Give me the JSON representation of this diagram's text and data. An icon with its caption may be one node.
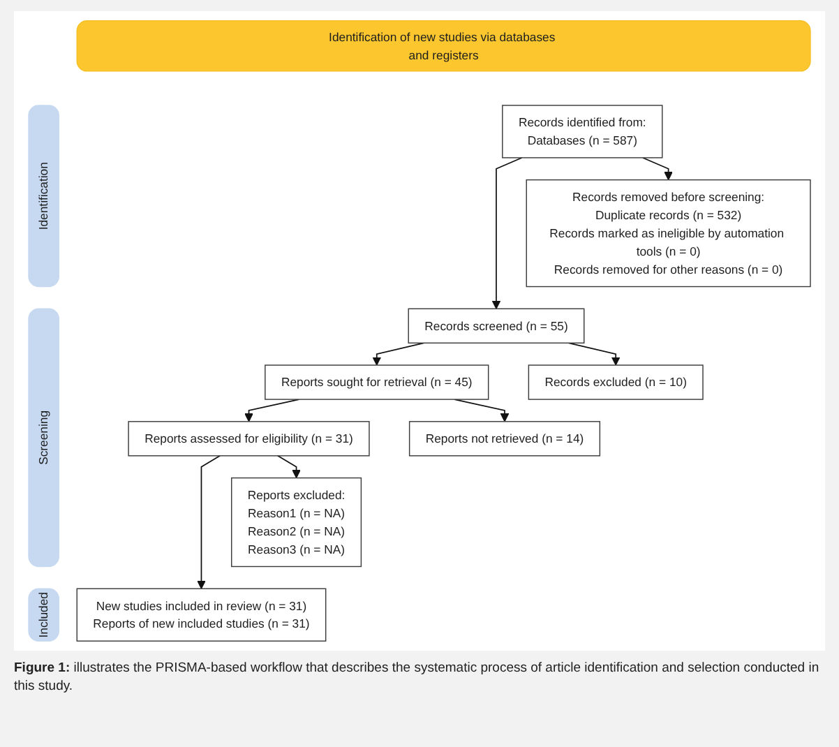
{
  "diagram": {
    "caption": "**Figure 1:** illustrates the PRISMA-based workflow that describes the systematic process of article identification and selection conducted in this study.",
    "nodes": [
      {
        "text": [
          "Identification of new studies via databases and registers"
        ]
      },
      {
        "text": [
          "Identification"
        ]
      },
      {
        "text": [
          "Records identified from:",
          "Databases (n = 587)"
        ]
      },
      {
        "text": [
          "Records removed before screening:",
          "Duplicate records (n = 532)",
          "Records marked as ineligible by automation tools (n = 0)",
          "Records removed for other reasons (n = 0)"
        ]
      },
      {
        "text": [
          "Screening"
        ]
      },
      {
        "text": [
          "Records screened (n = 55)"
        ]
      },
      {
        "text": [
          "Records excluded (n = 10)"
        ]
      },
      {
        "text": [
          "Reports sought for retrieval (n = 45)"
        ]
      },
      {
        "text": [
          "Reports not retrieved (n = 14)"
        ]
      },
      {
        "text": [
          "Reports assessed for eligibility (n = 31)"
        ]
      },
      {
        "text": [
          "Reports excluded:",
          "Reason1 (n = NA)",
          "Reason2 (n = NA)",
          "Reason3 (n = NA)"
        ]
      },
      {
        "text": [
          "Included"
        ]
      },
      {
        "text": [
          "New studies included in review (n = 31)",
          "Reports of new included studies (n = 31)"
        ]
      }
    ],
    "edges": [
      {
        "from": 2,
        "to": 5,
        "arrow": "to"
      },
      {
        "from": 5,
        "to": 7,
        "arrow": "to"
      },
      {
        "from": 7,
        "to": 9,
        "arrow": "to"
      },
      {
        "from": 9,
        "to": 12,
        "arrow": "to"
      },
      {
        "from": 2,
        "to": 3,
        "arrow": "to"
      },
      {
        "from": 5,
        "to": 6,
        "arrow": "to"
      },
      {
        "from": 7,
        "to": 8,
        "arrow": "to"
      },
      {
        "from": 9,
        "to": 10,
        "arrow": "to"
      }
    ]
  }
}
